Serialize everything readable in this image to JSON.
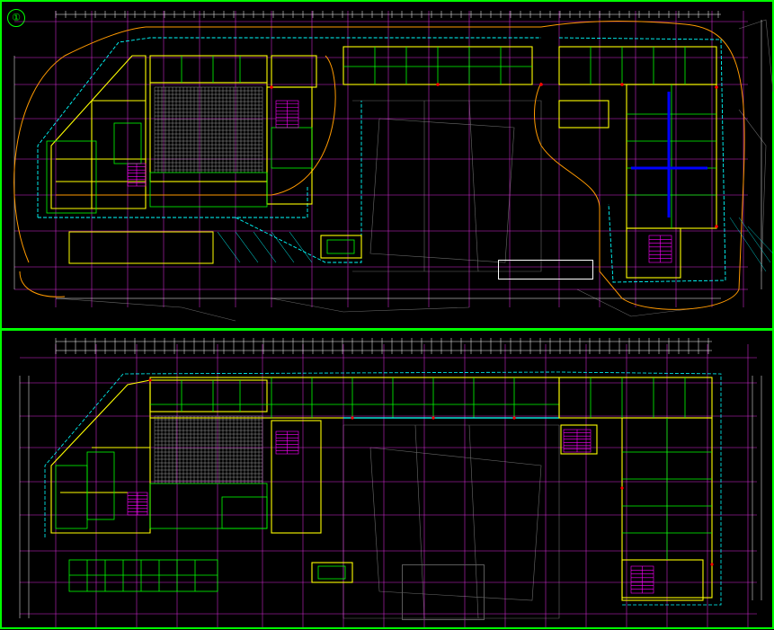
{
  "viewports": [
    {
      "id": "top",
      "label": "①"
    },
    {
      "id": "bottom",
      "label": ""
    }
  ],
  "colors": {
    "background": "#000000",
    "viewport_border": "#00ff00",
    "grid_axis": "#ff33ff",
    "wall_yellow": "#ffff00",
    "wall_green": "#00ff00",
    "outline_cyan": "#00ffff",
    "site_boundary_orange": "#ff9900",
    "site_context_gray": "#6a6a6a",
    "stair_magenta": "#ff00ff",
    "corridor_blue": "#0000ff",
    "fixture_red": "#ff0000",
    "hatch_white": "#d0d0d0"
  },
  "icons": {
    "viewport_number": "circled-number-icon",
    "dimension_ticks": "dimension-tick-icon",
    "staircase": "staircase-icon"
  }
}
